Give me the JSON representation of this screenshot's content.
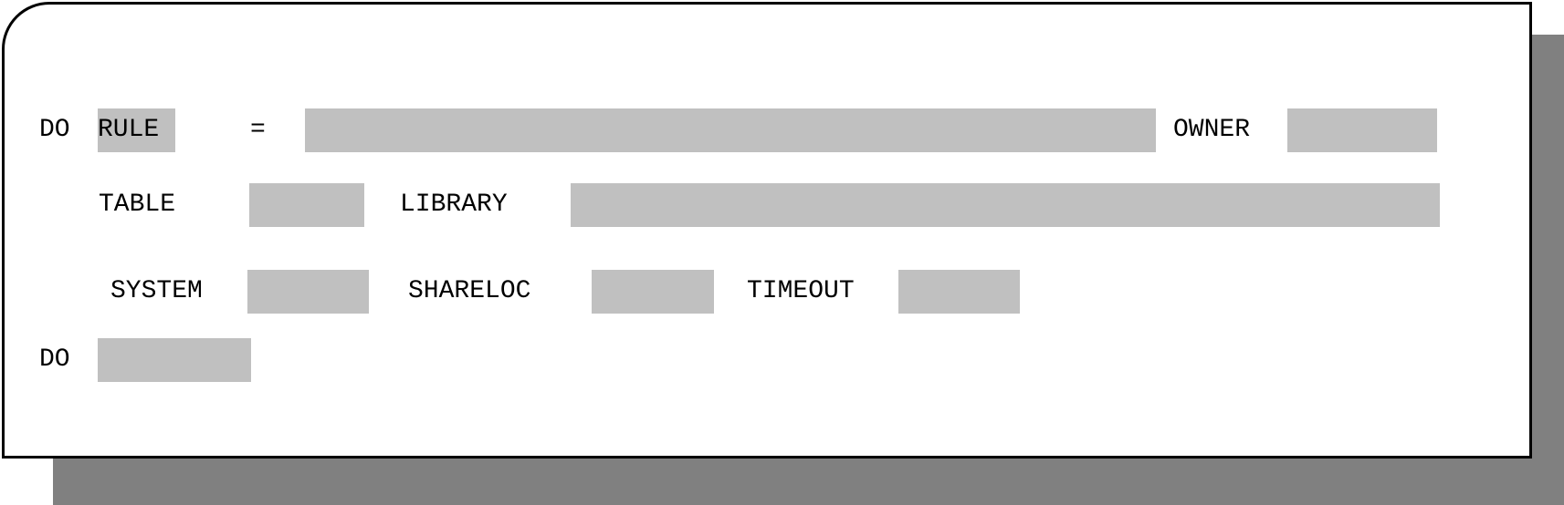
{
  "colors": {
    "field_fill": "#c0c0c0",
    "shadow": "#808080",
    "border": "#000000",
    "background": "#ffffff"
  },
  "row1": {
    "do_label": "DO",
    "rule_label": "RULE",
    "equals": "=",
    "rule_value": "",
    "owner_label": "OWNER",
    "owner_value": ""
  },
  "row2": {
    "table_label": "TABLE",
    "table_value": "",
    "library_label": "LIBRARY",
    "library_value": ""
  },
  "row3": {
    "system_label": "SYSTEM",
    "system_value": "",
    "shareloc_label": "SHARELOC",
    "shareloc_value": "",
    "timeout_label": "TIMEOUT",
    "timeout_value": ""
  },
  "row4": {
    "do_label": "DO",
    "do_value": ""
  }
}
